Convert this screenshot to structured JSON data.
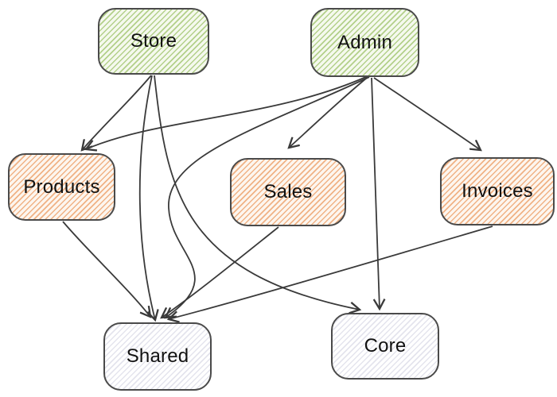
{
  "diagram": {
    "type": "dependency-graph",
    "nodes": [
      {
        "id": "store",
        "label": "Store",
        "group": "app",
        "fill_bg": "#f5f9ee",
        "fill_stripe": "#b3d08a"
      },
      {
        "id": "admin",
        "label": "Admin",
        "group": "app",
        "fill_bg": "#f5f9ee",
        "fill_stripe": "#b3d08a"
      },
      {
        "id": "products",
        "label": "Products",
        "group": "feature-lib",
        "fill_bg": "#fdf6ef",
        "fill_stripe": "#f0b285"
      },
      {
        "id": "sales",
        "label": "Sales",
        "group": "feature-lib",
        "fill_bg": "#fdf6ef",
        "fill_stripe": "#f0b285"
      },
      {
        "id": "invoices",
        "label": "Invoices",
        "group": "feature-lib",
        "fill_bg": "#fdf6ef",
        "fill_stripe": "#f0b285"
      },
      {
        "id": "shared",
        "label": "Shared",
        "group": "shared-lib",
        "fill_bg": "#ffffff",
        "fill_stripe": "#e4e4ed"
      },
      {
        "id": "core",
        "label": "Core",
        "group": "shared-lib",
        "fill_bg": "#ffffff",
        "fill_stripe": "#e4e4ed"
      }
    ],
    "edges": [
      {
        "from": "store",
        "to": "products"
      },
      {
        "from": "store",
        "to": "shared"
      },
      {
        "from": "store",
        "to": "core"
      },
      {
        "from": "admin",
        "to": "products"
      },
      {
        "from": "admin",
        "to": "sales"
      },
      {
        "from": "admin",
        "to": "invoices"
      },
      {
        "from": "admin",
        "to": "shared"
      },
      {
        "from": "admin",
        "to": "core"
      },
      {
        "from": "products",
        "to": "shared"
      },
      {
        "from": "sales",
        "to": "shared"
      },
      {
        "from": "invoices",
        "to": "shared"
      }
    ],
    "edge_color": "#3a3a3a",
    "node_border_color": "#4a4a4a",
    "text_color": "#111111"
  }
}
